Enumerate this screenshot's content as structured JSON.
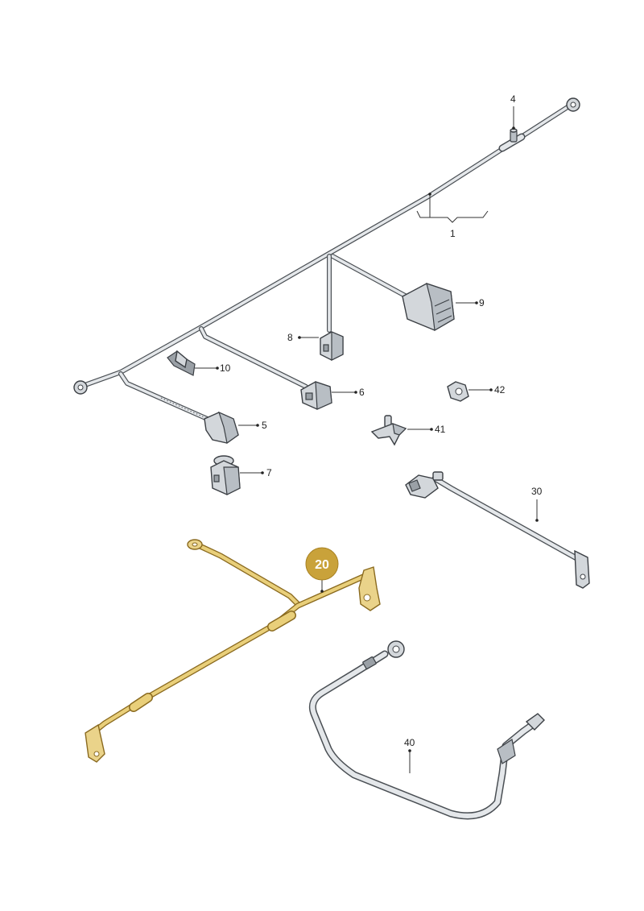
{
  "diagram": {
    "highlight_color": "#c9a23a",
    "wire_color": "#d7dadd",
    "parts": [
      {
        "id": "harness-main",
        "label": "1"
      },
      {
        "id": "ground-stud",
        "label": "4"
      },
      {
        "id": "harness-cap",
        "label": "5"
      },
      {
        "id": "connector-6",
        "label": "6"
      },
      {
        "id": "connector-7",
        "label": "7"
      },
      {
        "id": "connector-8",
        "label": "8"
      },
      {
        "id": "connector-9",
        "label": "9"
      },
      {
        "id": "clip-10",
        "label": "10"
      },
      {
        "id": "battery-cable-30",
        "label": "30"
      },
      {
        "id": "battery-cable-40",
        "label": "40"
      },
      {
        "id": "holder-41",
        "label": "41"
      },
      {
        "id": "clip-42",
        "label": "42"
      }
    ],
    "highlighted_part": {
      "id": "cable-20",
      "label": "20"
    }
  }
}
